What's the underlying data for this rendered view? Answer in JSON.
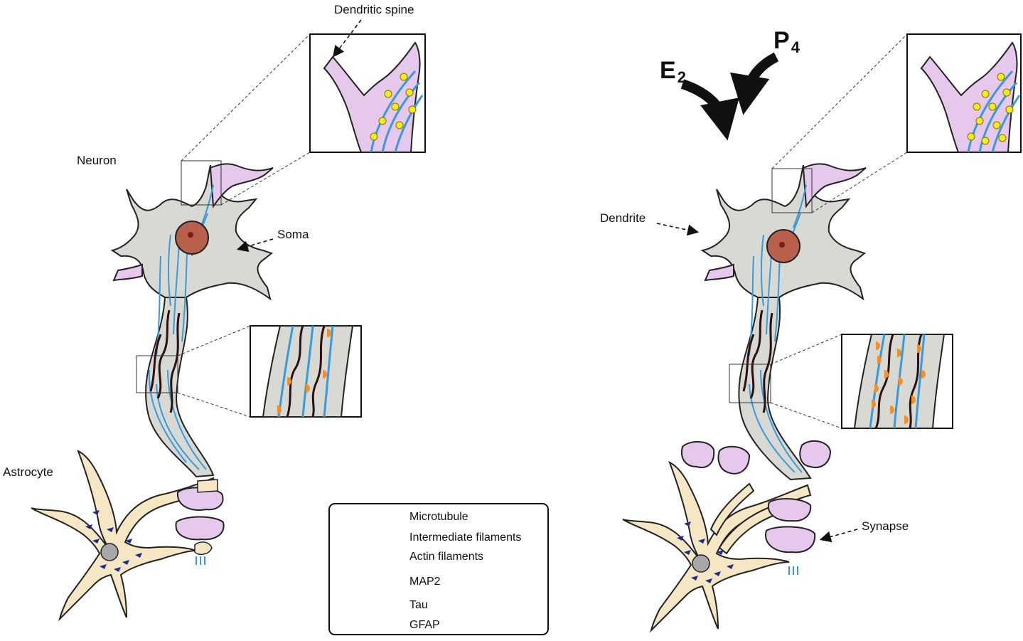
{
  "labels": {
    "dendritic_spine": "Dendritic spine",
    "neuron": "Neuron",
    "soma": "Soma",
    "astrocyte": "Astrocyte",
    "dendrite": "Dendrite",
    "synapse": "Synapse"
  },
  "hormones": {
    "e2_base": "E",
    "e2_sub": "2",
    "p4_base": "P",
    "p4_sub": "4"
  },
  "legend": {
    "items": [
      {
        "label": "Microtubule",
        "icon": "microtubule-icon"
      },
      {
        "label": "Intermediate filaments",
        "icon": "intermediate-filament-icon"
      },
      {
        "label": "Actin filaments",
        "icon": "actin-filament-icon"
      },
      {
        "label": "MAP2",
        "icon": "map2-icon"
      },
      {
        "label": "Tau",
        "icon": "tau-icon"
      },
      {
        "label": "GFAP",
        "icon": "gfap-icon"
      }
    ]
  },
  "colors": {
    "microtubule": "#3a9ad9",
    "intermediate_filament": "#2a1010",
    "actin": "#b463c8",
    "actin_fill": "#e6c8ec",
    "map2": "#f5ec1c",
    "tau": "#f0902a",
    "gfap": "#1c2c8c",
    "neuron_body": "#d9d9d4",
    "astrocyte_body": "#f5e6c4",
    "nucleus": "#b8604c",
    "astro_nucleus": "#a8a8a8"
  }
}
